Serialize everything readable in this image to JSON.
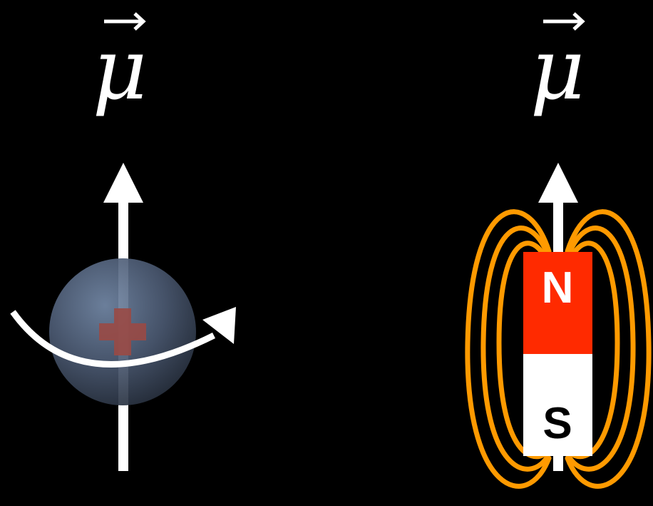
{
  "left_panel": {
    "label_symbol": "μ"
  },
  "right_panel": {
    "label_symbol": "μ",
    "north_label": "N",
    "south_label": "S"
  },
  "colors": {
    "background": "#000000",
    "arrow": "#ffffff",
    "sphere": "#4f5e75",
    "plus_sign": "#9a4a45",
    "magnet_north": "#ff2a00",
    "magnet_south": "#ffffff",
    "field_lines": "#ff9a00"
  },
  "icons": {
    "left_vector_arrow": "arrow-right-icon",
    "right_vector_arrow": "arrow-right-icon",
    "rotation_arrow": "curved-arrow-icon"
  }
}
